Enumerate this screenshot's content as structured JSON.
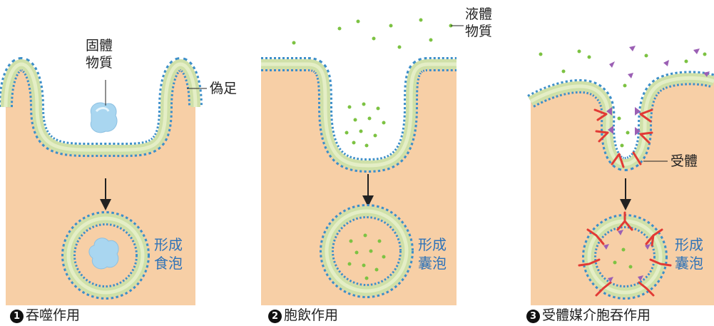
{
  "panels": [
    {
      "number": "1",
      "caption": "吞噬作用",
      "material_label": [
        "固體",
        "物質"
      ],
      "membrane_label": "偽足",
      "result_label": [
        "形成",
        "食泡"
      ]
    },
    {
      "number": "2",
      "caption": "胞飲作用",
      "material_label": [
        "液體",
        "物質"
      ],
      "result_label": [
        "形成",
        "囊泡"
      ]
    },
    {
      "number": "3",
      "caption": "受體媒介胞吞作用",
      "receptor_label": "受體",
      "result_label": [
        "形成",
        "囊泡"
      ]
    }
  ],
  "colors": {
    "cell": "#f7cfa6",
    "membrane": "#cfe0a8",
    "membrane_head": "#3d8fc9",
    "solid": "#a9d6f0",
    "droplet": "#7cc242",
    "ligand": "#9b5fb4",
    "receptor": "#e23a35",
    "result_text": "#2f73b8"
  }
}
